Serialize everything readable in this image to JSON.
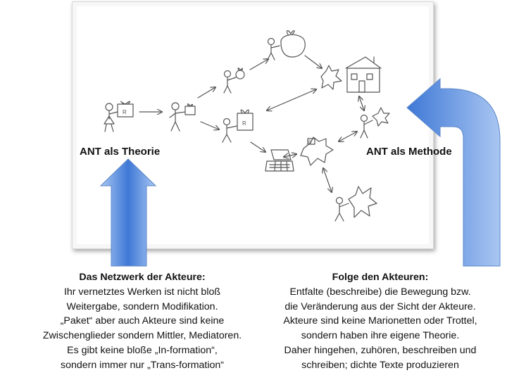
{
  "diagram": {
    "label_left": "ANT als Theorie",
    "label_right": "ANT als Methode",
    "sketch_package_letter": "R",
    "colors": {
      "arrow_light": "#a9c6f2",
      "arrow_dark": "#3e78d6",
      "sketch_ink": "#555555"
    }
  },
  "caption_left": {
    "heading": "Das Netzwerk der Akteure:",
    "lines": [
      "Ihr vernetztes Werken ist nicht bloß",
      "Weitergabe, sondern Modifikation.",
      "„Paket“ aber auch Akteure sind keine",
      "Zwischenglieder sondern Mittler, Mediatoren.",
      "Es gibt keine bloße „In-formation“,",
      "sondern immer nur „Trans-formation“"
    ]
  },
  "caption_right": {
    "heading": "Folge den Akteuren:",
    "lines": [
      "Entfalte (beschreibe) die Bewegung bzw.",
      "die Veränderung aus der Sicht der Akteure.",
      "Akteure sind keine Marionetten oder Trottel,",
      "sondern haben ihre eigene Theorie.",
      "Daher hingehen, zuhören, beschreiben und",
      "schreiben; dichte Texte produzieren"
    ]
  }
}
